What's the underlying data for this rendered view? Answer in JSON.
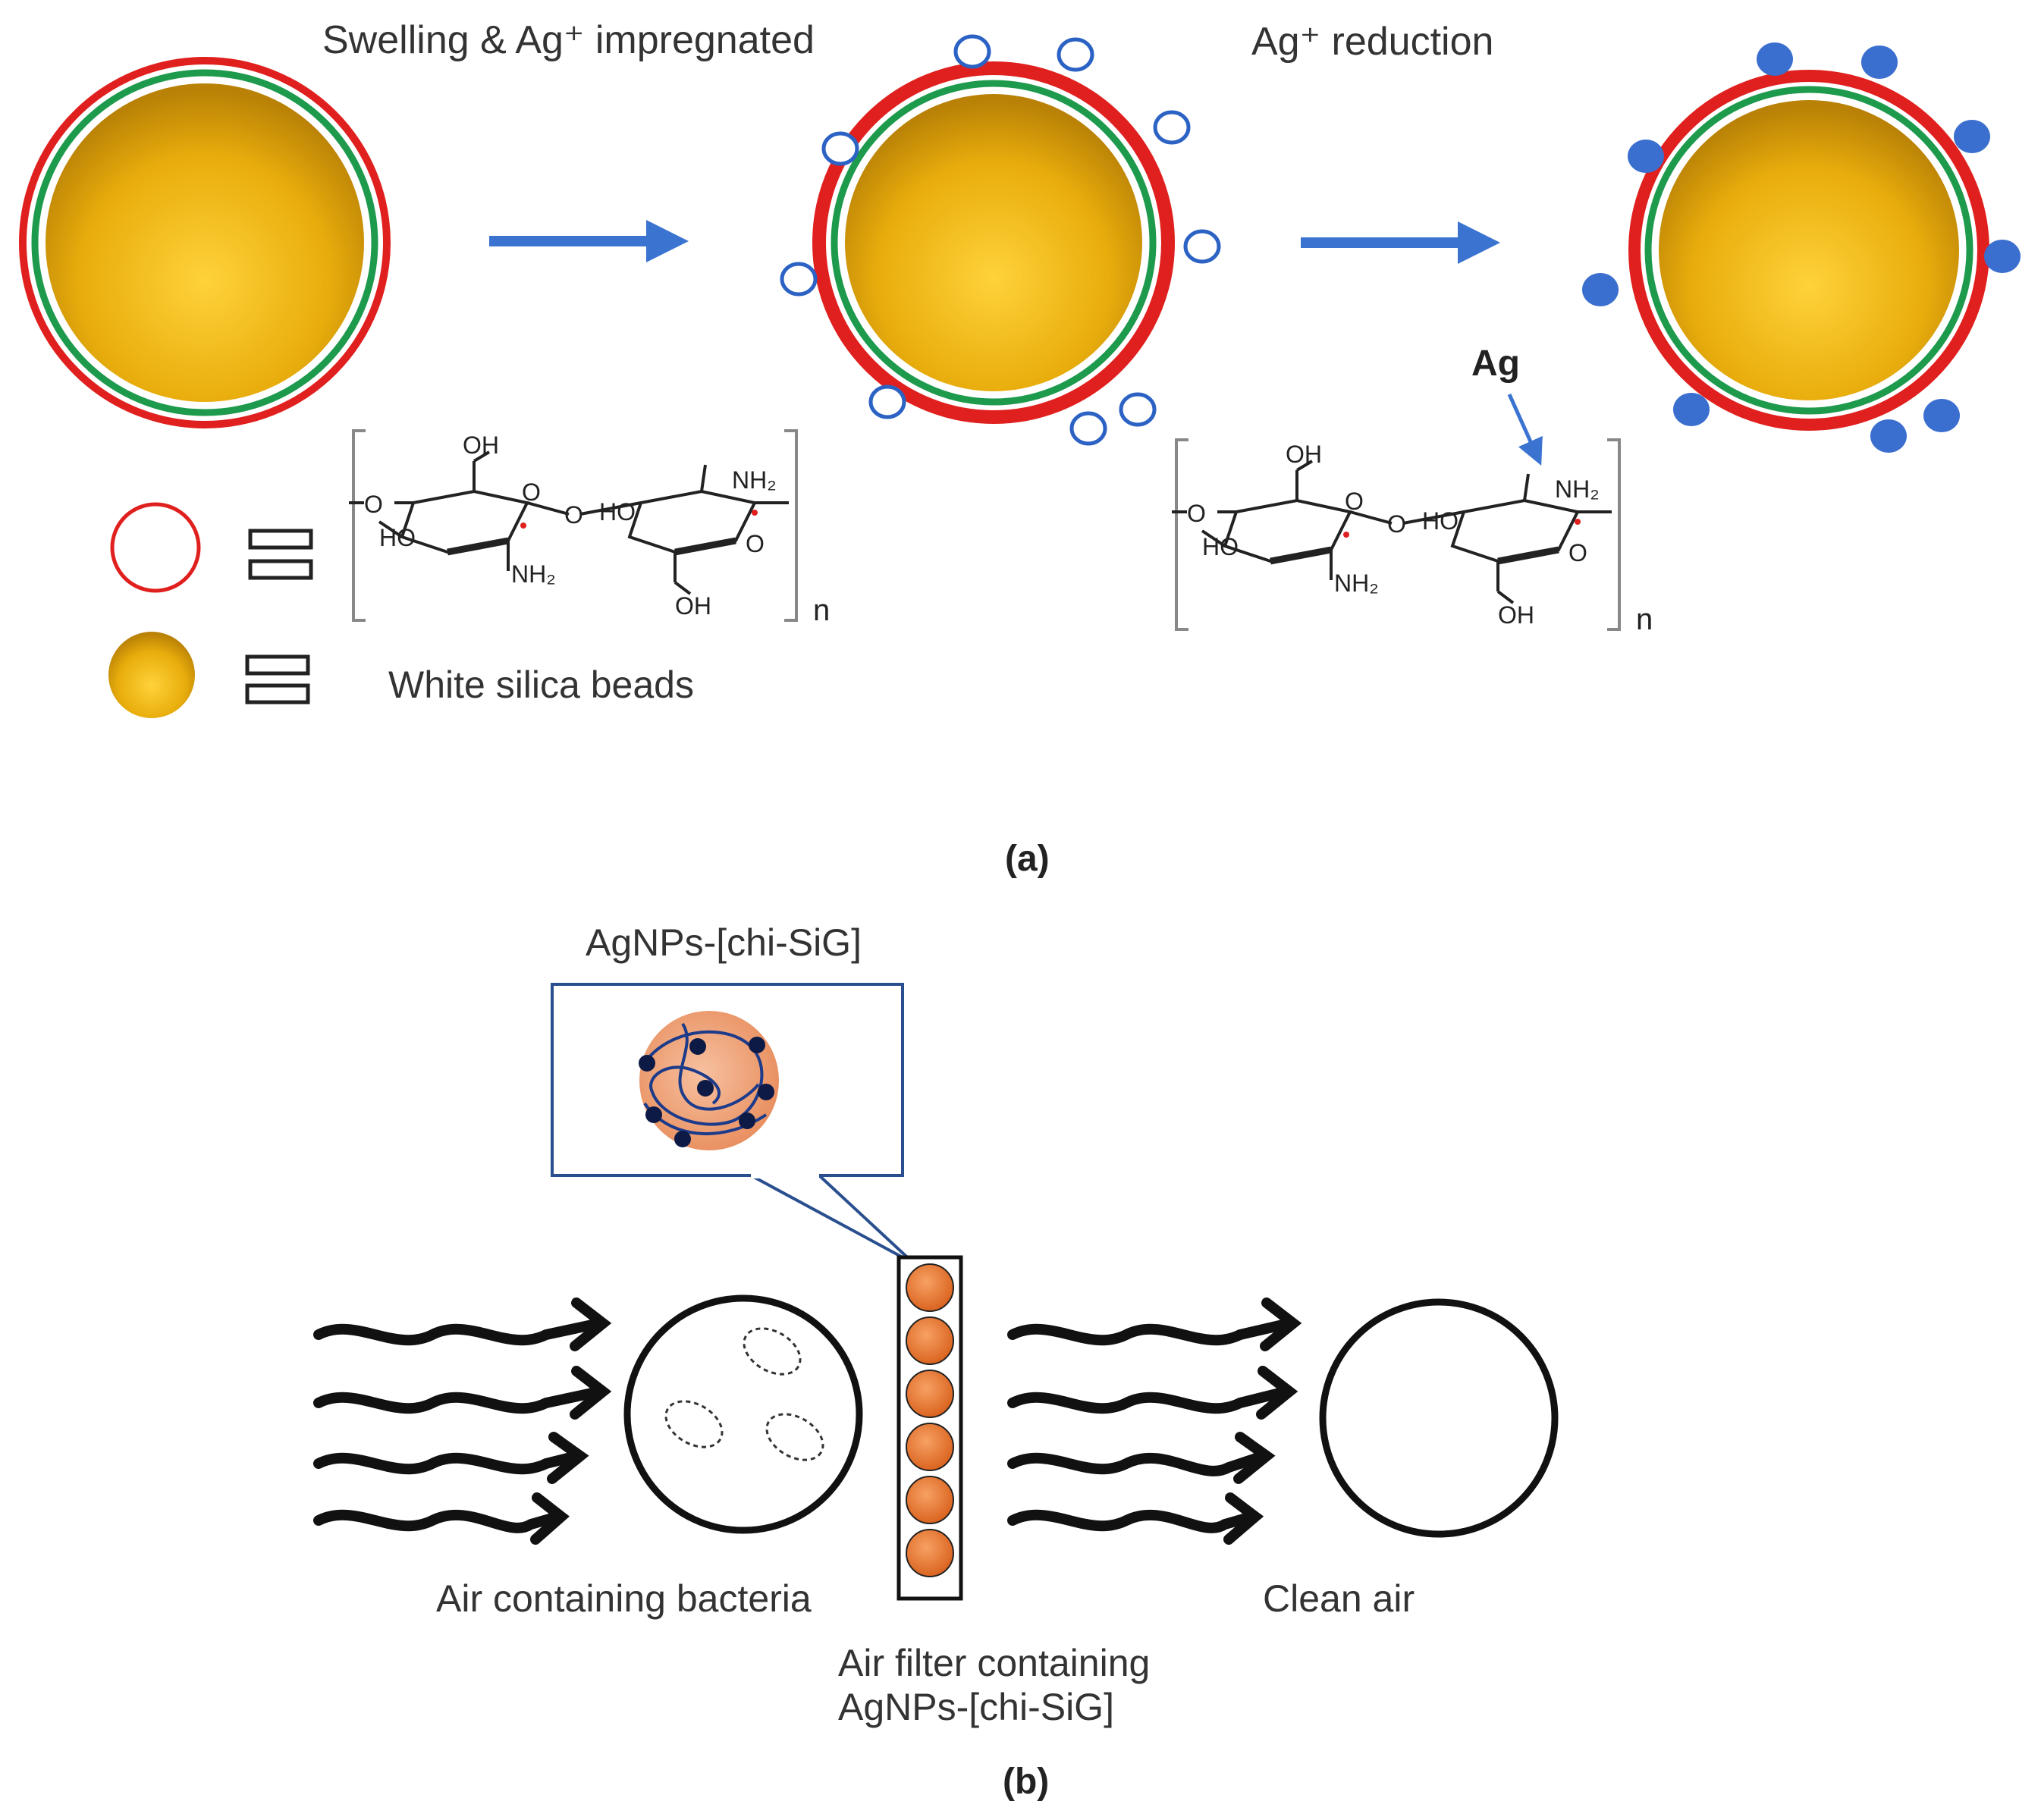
{
  "part_a": {
    "step1_label": "Swelling & Ag⁺ impregnated",
    "step2_label": "Ag⁺ reduction",
    "ag_label": "Ag",
    "legend_bead_label": "White silica beads",
    "panel_label": "(a)",
    "chem": {
      "oh": "OH",
      "ho": "HO",
      "nh2": "NH₂",
      "o": "O",
      "n": "n"
    }
  },
  "part_b": {
    "callout_title": "AgNPs-[chi-SiG]",
    "left_label": "Air containing bacteria",
    "right_label": "Clean air",
    "filter_label_line1": "Air filter containing",
    "filter_label_line2": "AgNPs-[chi-SiG]",
    "panel_label": "(b)"
  },
  "colors": {
    "chitosan_ring": "#e0201e",
    "green_ring": "#1e9a4c",
    "silica_gold": "#e0a800",
    "ag_ion": "#2b62c4",
    "ag_particle": "#3a6ecf",
    "arrow": "#3b73d1",
    "filter_bead": "#e0762a"
  }
}
